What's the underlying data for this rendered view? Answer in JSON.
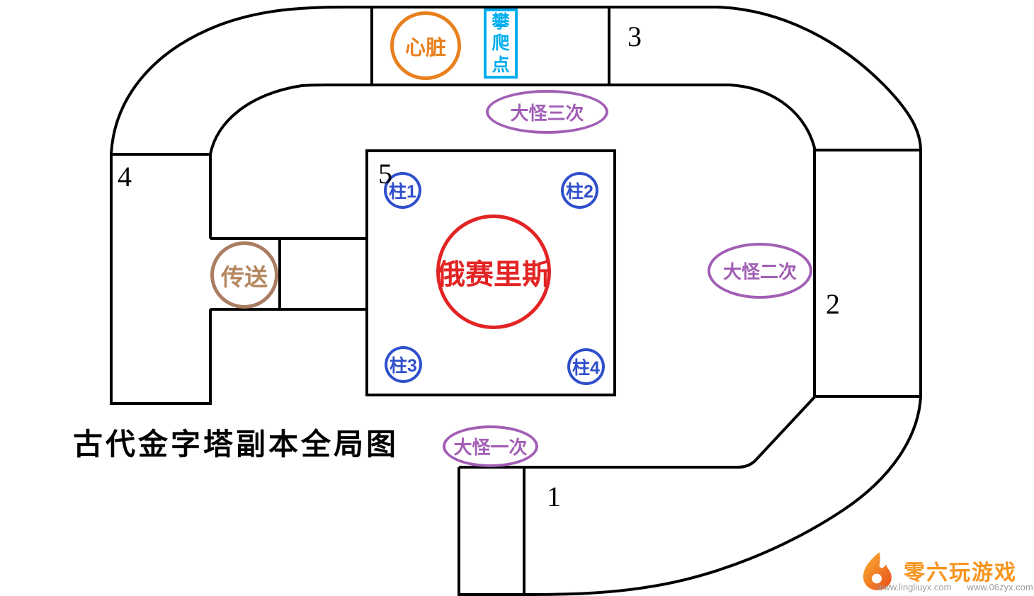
{
  "title": "古代金字塔副本全局图",
  "rooms": {
    "r1": "1",
    "r2": "2",
    "r3": "3",
    "r4": "4",
    "r5": "5"
  },
  "markers": {
    "heart": "心脏",
    "climb": "攀爬点",
    "teleport": "传送",
    "boss": "俄赛里斯",
    "pillar1": "柱1",
    "pillar2": "柱2",
    "pillar3": "柱3",
    "pillar4": "柱4",
    "big_monster_1": "大怪一次",
    "big_monster_2": "大怪二次",
    "big_monster_3": "大怪三次"
  },
  "watermark": {
    "brand": "零六玩游戏",
    "url1": "www.lingliuyx.com",
    "url2": "www.06zyx.com"
  },
  "colors": {
    "outline": "#000000",
    "heart": "#E8801E",
    "climb": "#00AEEF",
    "teleport": "#AA7C62",
    "boss": "#E32424",
    "pillar": "#2F4FCB",
    "monster": "#A25EB5",
    "brand": "#F7941D"
  }
}
